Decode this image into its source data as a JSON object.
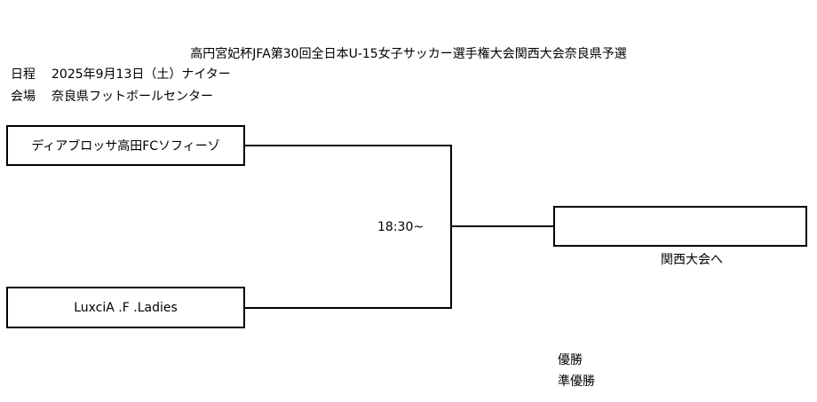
{
  "header": {
    "title": "高円宮妃杯JFA第30回全日本U-15女子サッカー選手権大会関西大会奈良県予選",
    "schedule_label": "日程",
    "schedule_value": "2025年9月13日（土）ナイター",
    "venue_label": "会場",
    "venue_value": "奈良県フットボールセンター"
  },
  "bracket": {
    "teams": [
      "ディアブロッサ高田FCソフィーゾ",
      "LuxciA .F .Ladies"
    ],
    "match_time": "18:30~",
    "winner": "",
    "winner_caption": "関西大会へ"
  },
  "results": {
    "champion_label": "優勝",
    "runner_up_label": "準優勝"
  }
}
